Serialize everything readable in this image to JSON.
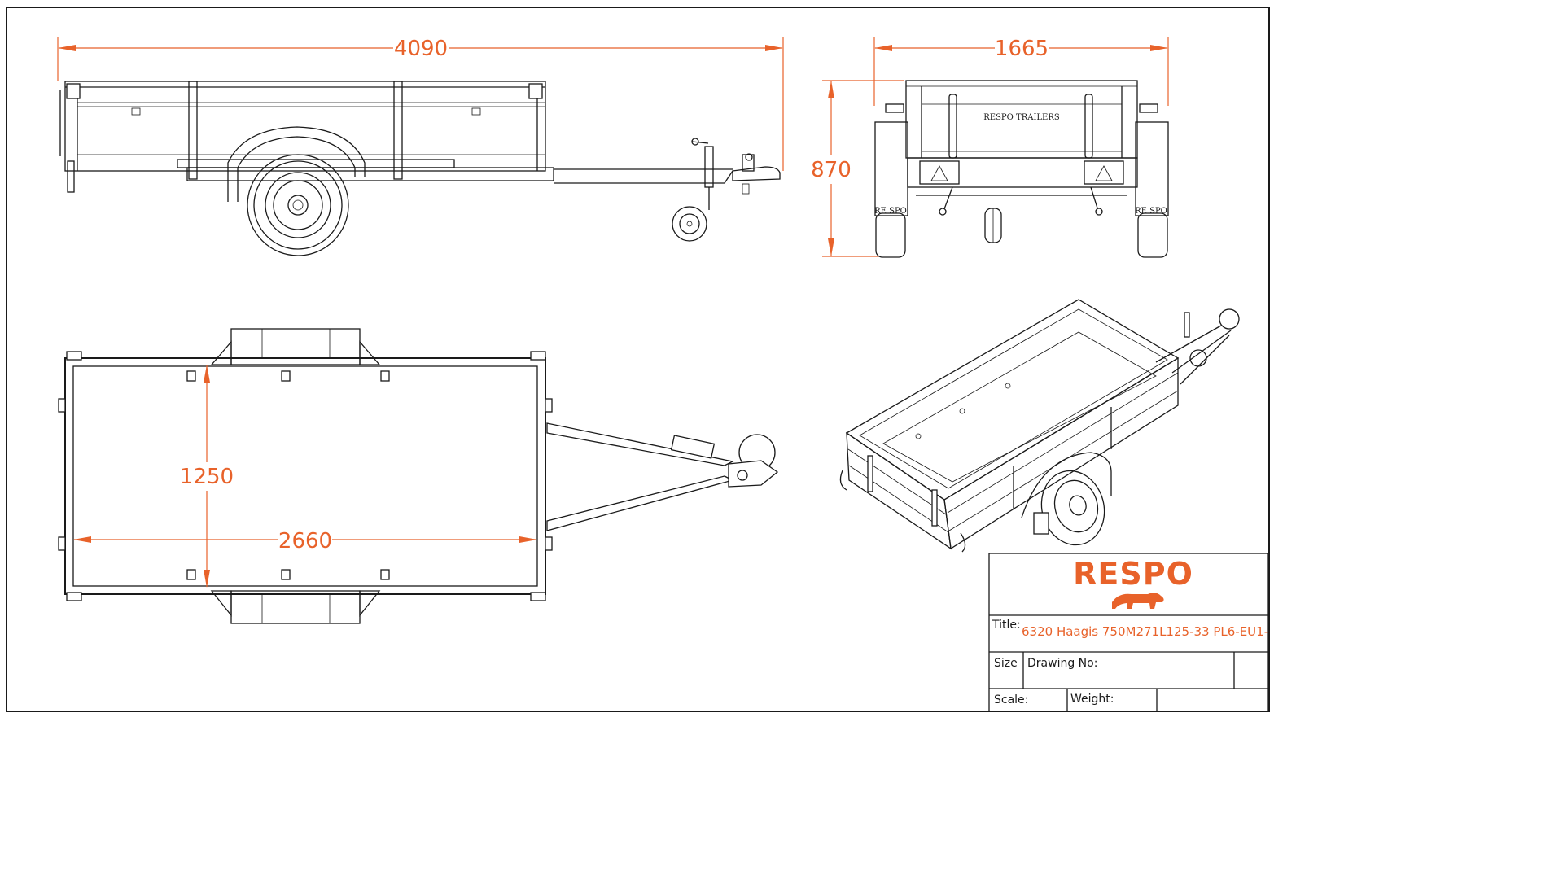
{
  "dimensions": {
    "overall_length": "4090",
    "overall_width": "1665",
    "height": "870",
    "box_width": "1250",
    "box_length": "2660"
  },
  "trailer_labels": {
    "rear_board": "RESPO TRAILERS",
    "fender_mark": "RE SPO"
  },
  "title_block": {
    "brand": "RESPO",
    "title_label": "Title:",
    "title_value": "6320 Haagis 750M271L125-33 PL6-EU1-",
    "size_label": "Size",
    "drawing_no_label": "Drawing No:",
    "scale_label": "Scale:",
    "weight_label": "Weight:"
  },
  "colors": {
    "accent": "#e8622a",
    "line": "#1a1a1a"
  }
}
